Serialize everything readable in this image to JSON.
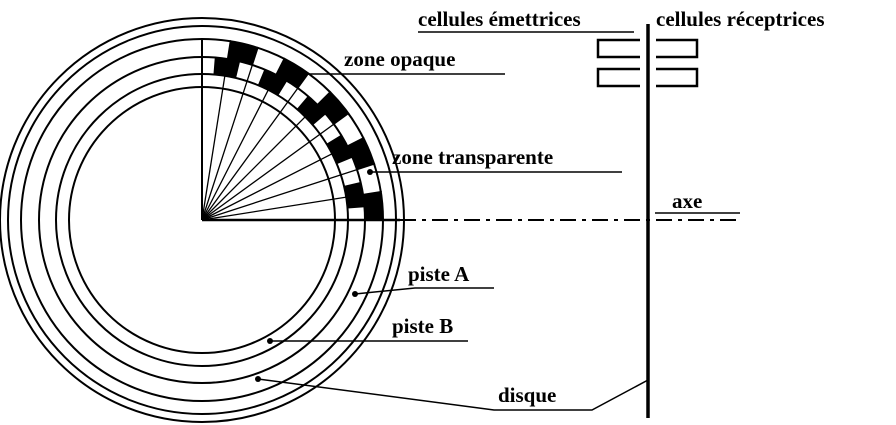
{
  "labels": {
    "emitting_cells": "cellules émettrices",
    "receiving_cells": "cellules réceptrices",
    "opaque_zone": "zone opaque",
    "transparent_zone": "zone transparente",
    "axis": "axe",
    "track_a": "piste A",
    "track_b": "piste B",
    "disk": "disque"
  },
  "colors": {
    "ink": "#000000",
    "background": "#ffffff"
  }
}
